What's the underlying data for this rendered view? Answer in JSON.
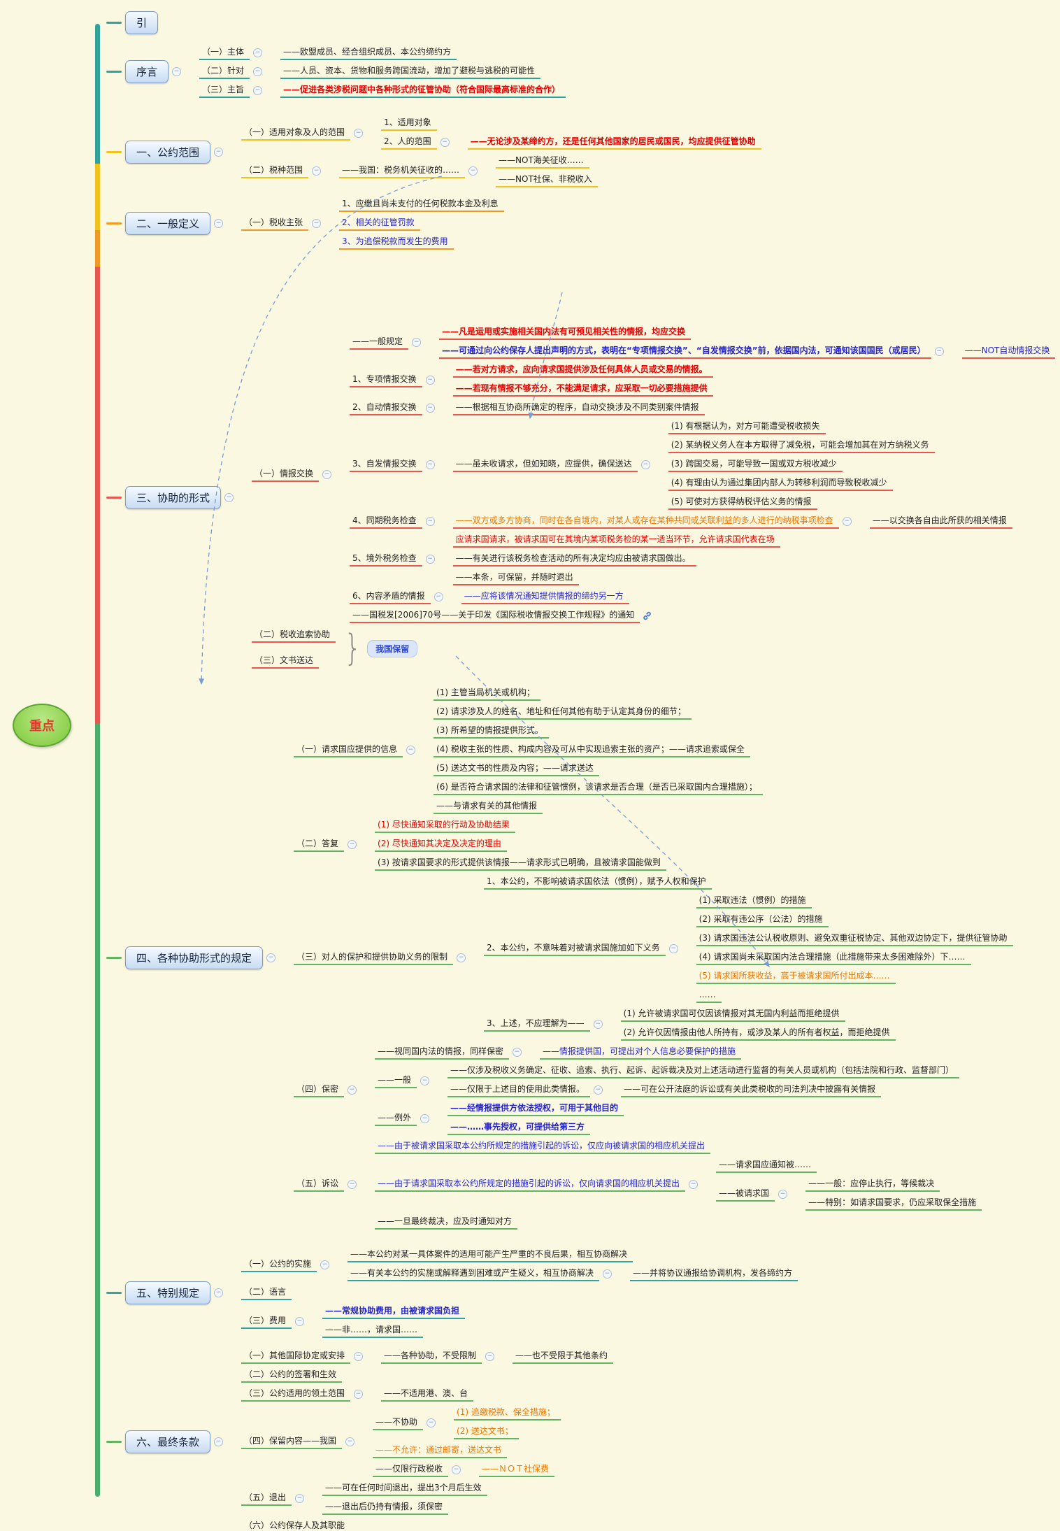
{
  "palette": {
    "k": "#222222",
    "r": "#e60000",
    "b": "#2424cc",
    "o": "#ee7600"
  },
  "root": {
    "label": "重点"
  },
  "sections": [
    {
      "id": "intro",
      "t": "引",
      "color": "#2fa39b",
      "kids": []
    },
    {
      "id": "preface",
      "t": "序言",
      "color": "#2fa39b",
      "e": 1,
      "kids": [
        {
          "t": "（一）主体",
          "e": 1,
          "kids": [
            {
              "t": "——欧盟成员、经合组织成员、本公约缔约方"
            }
          ]
        },
        {
          "t": "（二）针对",
          "e": 1,
          "kids": [
            {
              "t": "——人员、资本、货物和服务跨国流动，增加了避税与逃税的可能性"
            }
          ]
        },
        {
          "t": "（三）主旨",
          "e": 1,
          "kids": [
            {
              "t": "——促进各类涉税问题中各种形式的征管协助（符合国际最高标准的合作）",
              "c": "r",
              "bold": 1
            }
          ]
        }
      ]
    },
    {
      "id": "scope",
      "t": "一、公约范围",
      "color": "#f2c21c",
      "e": 1,
      "kids": [
        {
          "t": "（一）适用对象及人的范围",
          "e": 1,
          "kids": [
            {
              "t": "1、适用对象"
            },
            {
              "t": "2、人的范围",
              "e": 1,
              "kids": [
                {
                  "t": "——无论涉及某缔约方，还是任何其他国家的居民或国民，均应提供征管协助",
                  "c": "r",
                  "bold": 1
                }
              ]
            }
          ]
        },
        {
          "t": "（二）税种范围",
          "e": 1,
          "kids": [
            {
              "t": "——我国：税务机关征收的……",
              "e": 1,
              "kids": [
                {
                  "t": "——NOT海关征收……"
                },
                {
                  "t": "——NOT社保、非税收入"
                }
              ]
            }
          ]
        }
      ]
    },
    {
      "id": "definitions",
      "t": "二、一般定义",
      "color": "#ef9a22",
      "e": 1,
      "kids": [
        {
          "t": "（一）税收主张",
          "e": 1,
          "kids": [
            {
              "t": "1、应缴且尚未支付的任何税款本金及利息"
            },
            {
              "t": "2、相关的征管罚款",
              "c": "b"
            },
            {
              "t": "3、为追偿税款而发生的费用",
              "c": "b"
            }
          ]
        }
      ]
    },
    {
      "id": "assistance-forms",
      "t": "三、协助的形式",
      "color": "#e8574f",
      "e": 1,
      "kids": [
        {
          "t": "（一）情报交换",
          "e": 1,
          "kids": [
            {
              "t": "——一般规定",
              "e": 1,
              "kids": [
                {
                  "t": "——凡是运用或实施相关国内法有可预见相关性的情报，均应交换",
                  "c": "r",
                  "bold": 1
                },
                {
                  "t": "——可通过向公约保存人提出声明的方式，表明在“专项情报交换”、“自发情报交换”前，依据国内法，可通知该国国民（或居民）",
                  "c": "b",
                  "bold": 1,
                  "e": 1,
                  "kids": [
                    {
                      "t": "——NOT自动情报交换",
                      "c": "b"
                    }
                  ]
                }
              ]
            },
            {
              "t": "1、专项情报交换",
              "e": 1,
              "kids": [
                {
                  "t": "——若对方请求，应向请求国提供涉及任何具体人员或交易的情报。",
                  "c": "r",
                  "bold": 1
                },
                {
                  "t": "——若现有情报不够充分，不能满足请求，应采取一切必要措施提供",
                  "c": "r",
                  "bold": 1
                }
              ]
            },
            {
              "t": "2、自动情报交换",
              "e": 1,
              "kids": [
                {
                  "t": "——根据相互协商所确定的程序，自动交换涉及不同类别案件情报"
                }
              ]
            },
            {
              "t": "3、自发情报交换",
              "e": 1,
              "kids": [
                {
                  "t": "——虽未收请求，但如知晓，应提供，确保送达",
                  "e": 1,
                  "kids": [
                    {
                      "t": "(1) 有根据认为，对方可能遭受税收损失"
                    },
                    {
                      "t": "(2) 某纳税义务人在本方取得了减免税，可能会增加其在对方纳税义务"
                    },
                    {
                      "t": "(3) 跨国交易，可能导致一国或双方税收减少"
                    },
                    {
                      "t": "(4) 有理由认为通过集团内部人为转移利润而导致税收减少"
                    },
                    {
                      "t": "(5) 可使对方获得纳税评估义务的情报"
                    }
                  ]
                }
              ]
            },
            {
              "t": "4、同期税务检查",
              "e": 1,
              "kids": [
                {
                  "t": "——双方或多方协商，同时在各自境内，对某人或存在某种共同或关联利益的多人进行的纳税事项检查",
                  "c": "o",
                  "e": 1,
                  "kids": [
                    {
                      "t": "——以交换各自由此所获的相关情报"
                    }
                  ]
                }
              ]
            },
            {
              "t": "5、境外税务检查",
              "e": 1,
              "kids": [
                {
                  "t": "应请求国请求，被请求国可在其境内某项税务检的某一适当环节，允许请求国代表在场",
                  "c": "r"
                },
                {
                  "t": "——有关进行该税务检查活动的所有决定均应由被请求国做出。"
                },
                {
                  "t": "——本条，可保留，并随时退出"
                }
              ]
            },
            {
              "t": "6、内容矛盾的情报",
              "e": 1,
              "kids": [
                {
                  "t": "——应将该情况通知提供情报的缔约另一方",
                  "c": "b"
                }
              ]
            },
            {
              "t": "——国税发[2006]70号——关于印发《国际税收情报交换工作规程》的通知",
              "link": 1
            }
          ]
        },
        {
          "braceItems": [
            {
              "t": "（二）税收追索协助"
            },
            {
              "t": "（三）文书送达"
            }
          ],
          "badge": "我国保留"
        }
      ]
    },
    {
      "id": "assistance-rules",
      "t": "四、各种协助形式的规定",
      "color": "#62b362",
      "e": 1,
      "kids": [
        {
          "t": "（一）请求国应提供的信息",
          "e": 1,
          "kids": [
            {
              "t": "(1) 主管当局机关或机构；"
            },
            {
              "t": "(2) 请求涉及人的姓名、地址和任何其他有助于认定其身份的细节；"
            },
            {
              "t": "(3) 所希望的情报提供形式。"
            },
            {
              "t": "(4) 税收主张的性质、构成内容及可从中实现追索主张的资产；——请求追索或保全"
            },
            {
              "t": "(5) 送达文书的性质及内容；——请求送达"
            },
            {
              "t": "(6) 是否符合请求国的法律和征管惯例，该请求是否合理（是否已采取国内合理措施）；"
            },
            {
              "t": "——与请求有关的其他情报"
            }
          ]
        },
        {
          "t": "（二）答复",
          "e": 1,
          "kids": [
            {
              "t": "(1) 尽快通知采取的行动及协助结果",
              "c": "r"
            },
            {
              "t": "(2) 尽快通知其决定及决定的理由",
              "c": "r"
            },
            {
              "t": "(3) 按请求国要求的形式提供该情报——请求形式已明确，且被请求国能做到"
            }
          ]
        },
        {
          "t": "（三）对人的保护和提供协助义务的限制",
          "e": 1,
          "kids": [
            {
              "t": "1、本公约，不影响被请求国依法（惯例），赋予人权和保护"
            },
            {
              "t": "2、本公约，不意味着对被请求国施加如下义务",
              "e": 1,
              "kids": [
                {
                  "t": "(1) 采取违法（惯例）的措施"
                },
                {
                  "t": "(2) 采取有违公序（公法）的措施"
                },
                {
                  "t": "(3) 请求国违法公认税收原则、避免双重征税协定、其他双边协定下，提供征管协助"
                },
                {
                  "t": "(4) 请求国尚未采取国内法合理措施（此措施带来太多困难除外）下……"
                },
                {
                  "t": "(5) 请求国所获收益，高于被请求国所付出成本……",
                  "c": "o"
                },
                {
                  "t": "……"
                }
              ]
            },
            {
              "t": "3、上述，不应理解为——",
              "e": 1,
              "kids": [
                {
                  "t": "(1) 允许被请求国可仅因该情报对其无国内利益而拒绝提供"
                },
                {
                  "t": "(2) 允许仅因情报由他人所持有，或涉及某人的所有者权益，而拒绝提供"
                }
              ]
            }
          ]
        },
        {
          "t": "（四）保密",
          "e": 1,
          "kids": [
            {
              "t": "——视同国内法的情报，同样保密",
              "e": 1,
              "kids": [
                {
                  "t": "——情报提供国，可提出对个人信息必要保护的措施",
                  "c": "b"
                }
              ]
            },
            {
              "t": "——一般",
              "e": 1,
              "kids": [
                {
                  "t": "——仅涉及税收义务确定、征收、追索、执行、起诉、起诉裁决及对上述活动进行监督的有关人员或机构（包括法院和行政、监督部门）"
                },
                {
                  "t": "——仅限于上述目的使用此类情报。",
                  "e": 1,
                  "kids": [
                    {
                      "t": "——可在公开法庭的诉讼或有关此类税收的司法判决中披露有关情报"
                    }
                  ]
                }
              ]
            },
            {
              "t": "——例外",
              "e": 1,
              "kids": [
                {
                  "t": "——经情报提供方依法授权，可用于其他目的",
                  "c": "b",
                  "bold": 1
                },
                {
                  "t": "——……事先授权，可提供给第三方",
                  "c": "b",
                  "bold": 1
                }
              ]
            }
          ]
        },
        {
          "t": "（五）诉讼",
          "e": 1,
          "kids": [
            {
              "t": "——由于被请求国采取本公约所规定的措施引起的诉讼，仅应向被请求国的相应机关提出",
              "c": "b"
            },
            {
              "t": "——由于请求国采取本公约所规定的措施引起的诉讼，仅向请求国的相应机关提出",
              "c": "b",
              "e": 1,
              "kids": [
                {
                  "t": "——请求国应通知被……"
                },
                {
                  "t": "——被请求国",
                  "e": 1,
                  "kids": [
                    {
                      "t": "——一般：应停止执行，等候裁决"
                    },
                    {
                      "t": "——特别：如请求国要求，仍应采取保全措施"
                    }
                  ]
                }
              ]
            },
            {
              "t": "——一旦最终裁决，应及时通知对方"
            }
          ]
        }
      ]
    },
    {
      "id": "special-provisions",
      "t": "五、特别规定",
      "color": "#35a3a3",
      "e": 1,
      "kids": [
        {
          "t": "（一）公约的实施",
          "e": 1,
          "kids": [
            {
              "t": "——本公约对某一具体案件的适用可能产生严重的不良后果，相互协商解决"
            },
            {
              "t": "——有关本公约的实施或解释遇到困难或产生疑义，相互协商解决",
              "e": 1,
              "kids": [
                {
                  "t": "——并将协议通报给协调机构，发各缔约方"
                }
              ]
            }
          ]
        },
        {
          "t": "（二）语言"
        },
        {
          "t": "（三）费用",
          "e": 1,
          "kids": [
            {
              "t": "——常规协助费用，由被请求国负担",
              "c": "b",
              "bold": 1
            },
            {
              "t": "——非……，请求国……"
            }
          ]
        }
      ]
    },
    {
      "id": "final-clauses",
      "t": "六、最终条款",
      "color": "#62b362",
      "e": 1,
      "kids": [
        {
          "t": "（一）其他国际协定或安排",
          "e": 1,
          "kids": [
            {
              "t": "——各种协助，不受限制",
              "e": 1,
              "kids": [
                {
                  "t": "——也不受限于其他条约"
                }
              ]
            }
          ]
        },
        {
          "t": "（二）公约的签署和生效"
        },
        {
          "t": "（三）公约适用的领土范围",
          "e": 1,
          "kids": [
            {
              "t": "——不适用港、澳、台"
            }
          ]
        },
        {
          "t": "（四）保留内容——我国",
          "e": 1,
          "kids": [
            {
              "t": "——不协助",
              "e": 1,
              "kids": [
                {
                  "t": "(1) 追缴税款、保全措施；",
                  "c": "o"
                },
                {
                  "t": "(2) 送达文书；",
                  "c": "o"
                }
              ]
            },
            {
              "t": "——不允许：通过邮寄，送达文书",
              "c": "o"
            },
            {
              "t": "——仅限行政税收",
              "e": 1,
              "kids": [
                {
                  "t": "——ＮＯＴ社保费",
                  "c": "o"
                }
              ]
            }
          ]
        },
        {
          "t": "（五）退出",
          "e": 1,
          "kids": [
            {
              "t": "——可在任何时间退出，提出3个月后生效"
            },
            {
              "t": "——退出后仍持有情报，须保密"
            }
          ]
        },
        {
          "t": "（六）公约保存人及其职能"
        }
      ]
    }
  ]
}
